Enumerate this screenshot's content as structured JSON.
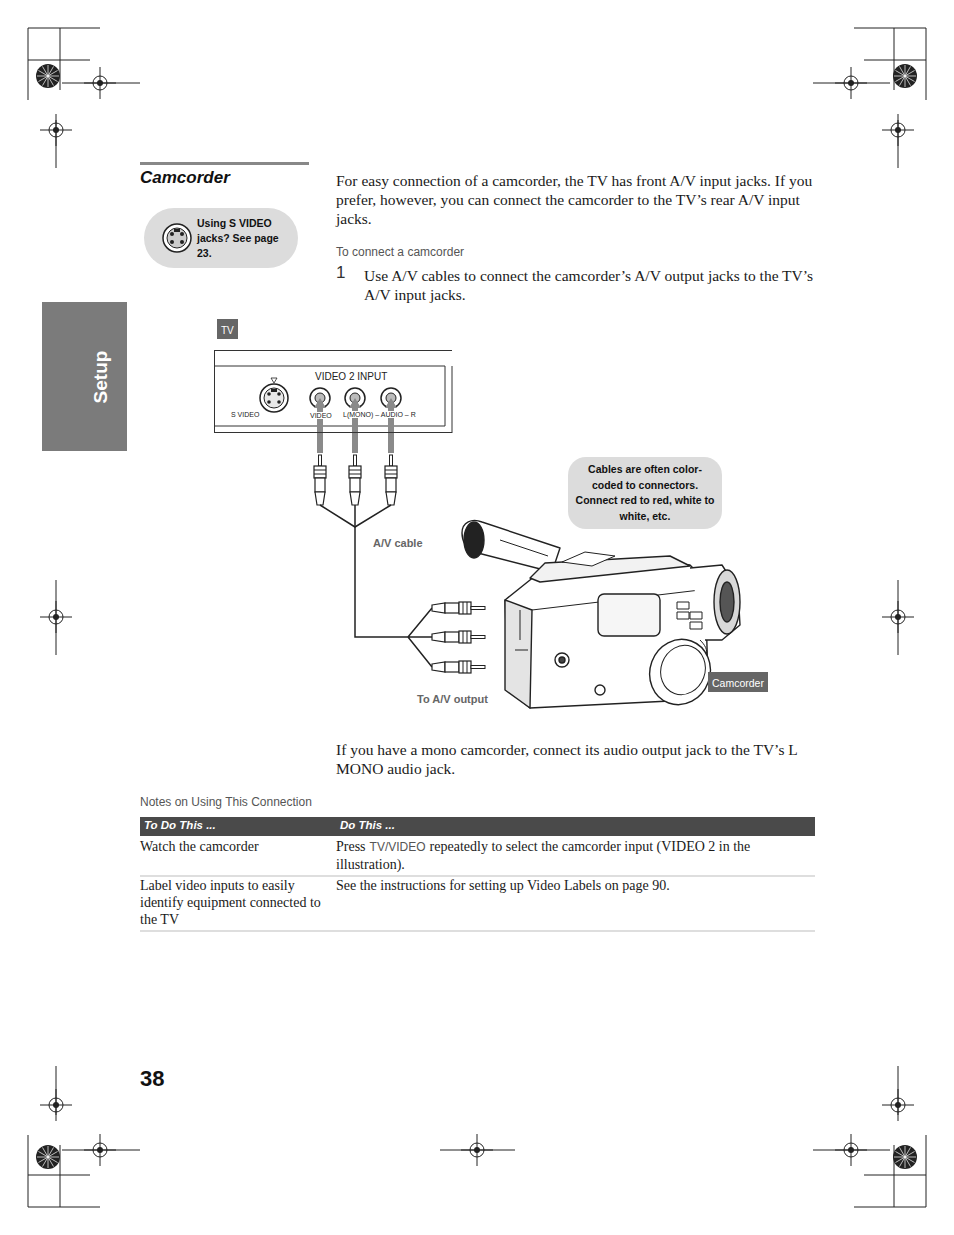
{
  "diagram": {
    "title": "Camcorder",
    "nodes": [
      {
        "text": [
          "Using S VIDEO jacks? See page 23."
        ]
      },
      {
        "text": [
          "Setup"
        ]
      },
      {
        "text": [
          "TV"
        ]
      },
      {
        "text": [
          "VIDEO 2 INPUT",
          "S VIDEO",
          "VIDEO",
          "L(MONO) – AUDIO – R"
        ]
      },
      {
        "text": [
          "Cables are often color-coded to connectors. Connect red to red, white to white, etc."
        ]
      },
      {
        "text": [
          "Camcorder"
        ]
      },
      {
        "text": [
          "To Do This ...",
          "Do This ..."
        ]
      }
    ],
    "labels": [
      "For easy connection of a camcorder, the TV has front A/V input jacks. If you prefer, however, you can connect the camcorder to the TV’s rear A/V input jacks.",
      "To connect a camcorder",
      "1",
      "Use A/V cables to connect the camcorder’s A/V output jacks to the TV’s A/V input jacks.",
      "A/V cable",
      "To A/V output",
      "If you have a mono camcorder, connect its audio output jack to the TV’s L MONO audio jack.",
      "Notes on Using This Connection",
      "Watch the camcorder",
      "Press",
      "TV/VIDEO",
      "repeatedly to select the camcorder input (VIDEO 2 in the illustration).",
      "Label video inputs to easily identify equipment connected to the TV",
      "See the instructions for setting up Video Labels on page 90.",
      "38"
    ]
  }
}
